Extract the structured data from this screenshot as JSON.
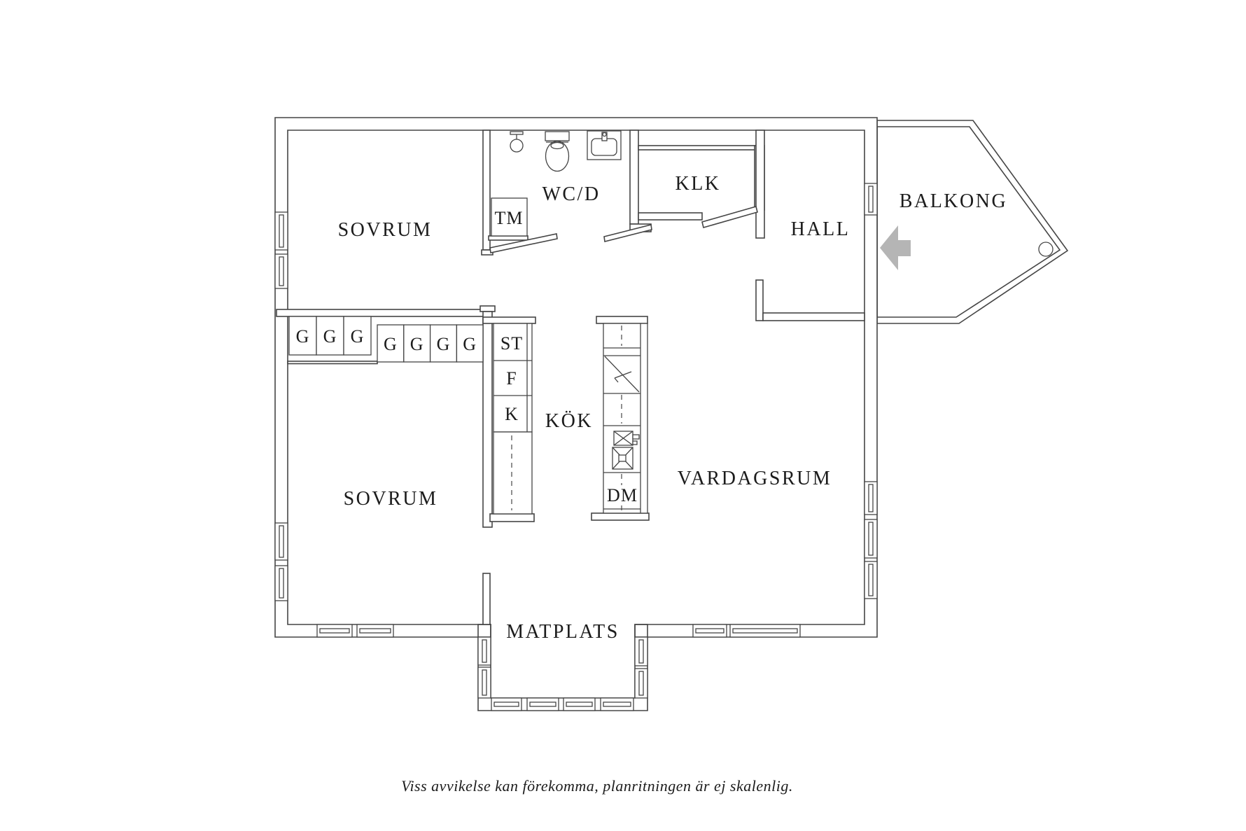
{
  "plan": {
    "type": "apartment-floor-plan",
    "rooms": {
      "sovrum_upper": "SOVRUM",
      "sovrum_lower": "SOVRUM",
      "wcd": "WC/D",
      "klk": "KLK",
      "hall": "HALL",
      "balkong": "BALKONG",
      "kok": "KÖK",
      "vardagsrum": "VARDAGSRUM",
      "matplats": "MATPLATS"
    },
    "appliances": {
      "tm": "TM",
      "st": "ST",
      "f": "F",
      "k": "K",
      "dm": "DM",
      "wardrobe": "G"
    },
    "icons": {
      "entrance_arrow": "left-pointing-entrance-arrow",
      "toilet": "toilet",
      "shower": "shower-head",
      "washbasin": "washbasin",
      "kitchen_sink": "double-basin-sink",
      "balcony_drain": "drain-circle"
    },
    "colors": {
      "line": "#454545",
      "text": "#1c1c1c",
      "arrow": "#b5b5b5",
      "background": "#ffffff"
    }
  },
  "caption": "Viss avvikelse kan förekomma, planritningen är ej skalenlig."
}
